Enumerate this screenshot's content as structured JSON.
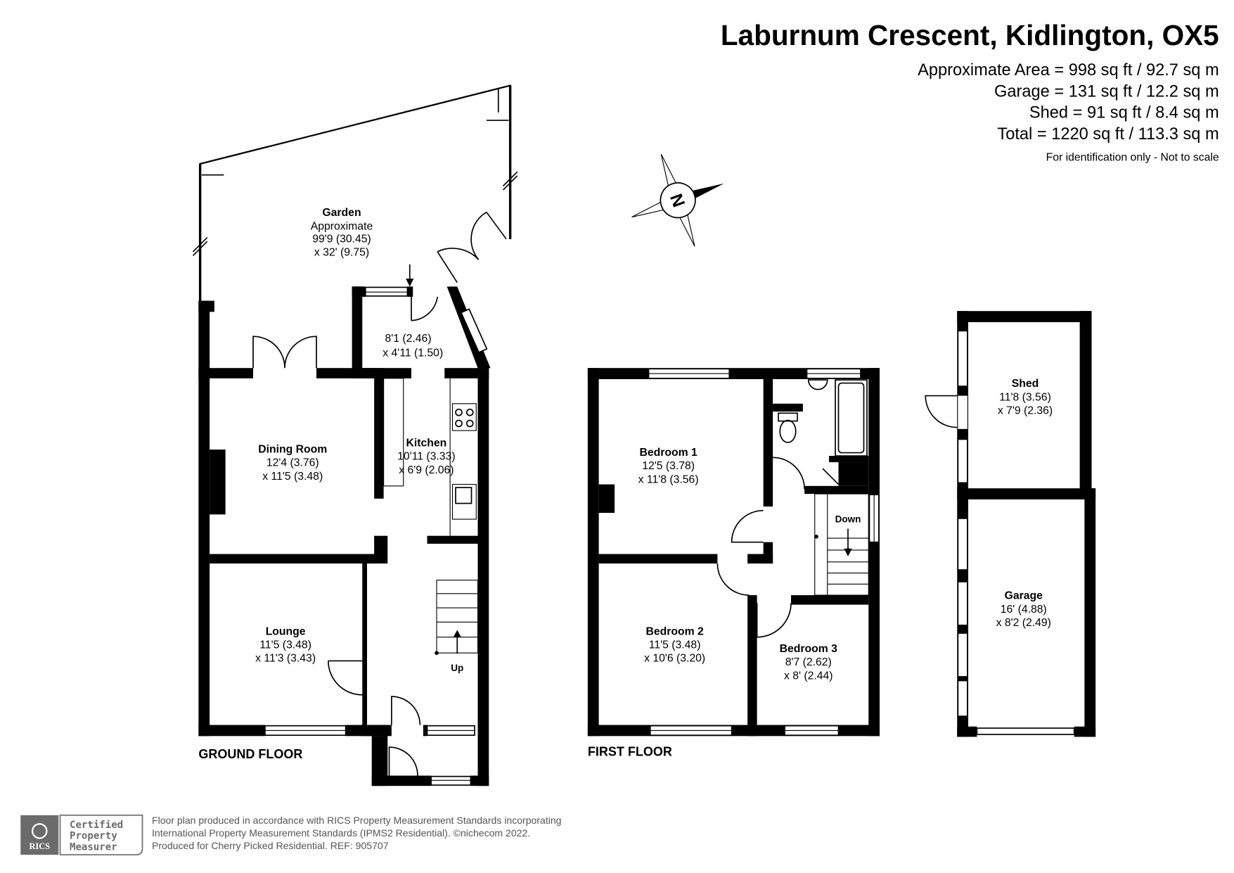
{
  "header": {
    "title": "Laburnum Crescent, Kidlington, OX5",
    "areas": [
      "Approximate Area = 998 sq ft / 92.7 sq m",
      "Garage = 131 sq ft / 12.2 sq m",
      "Shed = 91 sq ft / 8.4 sq m",
      "Total = 1220 sq ft / 113.3 sq m"
    ],
    "note": "For identification only - Not to scale"
  },
  "compass": {
    "label": "N"
  },
  "ground_floor": {
    "label": "GROUND FLOOR",
    "garden": {
      "name": "Garden",
      "line1": "Approximate",
      "line2": "99'9 (30.45)",
      "line3": "x  32' (9.75)"
    },
    "utility": {
      "line1": "8'1 (2.46)",
      "line2": "x 4'11 (1.50)"
    },
    "dining": {
      "name": "Dining Room",
      "line1": "12'4 (3.76)",
      "line2": "x 11'5 (3.48)"
    },
    "kitchen": {
      "name": "Kitchen",
      "line1": "10'11 (3.33)",
      "line2": "x 6'9 (2.06)"
    },
    "lounge": {
      "name": "Lounge",
      "line1": "11'5 (3.48)",
      "line2": "x 11'3 (3.43)"
    },
    "stairs": "Up"
  },
  "first_floor": {
    "label": "FIRST FLOOR",
    "bedroom1": {
      "name": "Bedroom 1",
      "line1": "12'5 (3.78)",
      "line2": "x 11'8 (3.56)"
    },
    "bedroom2": {
      "name": "Bedroom 2",
      "line1": "11'5 (3.48)",
      "line2": "x 10'6 (3.20)"
    },
    "bedroom3": {
      "name": "Bedroom 3",
      "line1": "8'7 (2.62)",
      "line2": "x 8' (2.44)"
    },
    "stairs": "Down"
  },
  "outbuildings": {
    "shed": {
      "name": "Shed",
      "line1": "11'8 (3.56)",
      "line2": "x 7'9 (2.36)"
    },
    "garage": {
      "name": "Garage",
      "line1": "16' (4.88)",
      "line2": "x 8'2 (2.49)"
    }
  },
  "footer": {
    "badge_brand": "RICS",
    "badge_lines": [
      "Certified",
      "Property",
      "Measurer"
    ],
    "lines": [
      "Floor plan produced in accordance with RICS Property Measurement Standards incorporating",
      "International Property Measurement Standards (IPMS2 Residential).   ©nichecom 2022.",
      "Produced for Cherry Picked Residential.   REF:  905707"
    ]
  }
}
